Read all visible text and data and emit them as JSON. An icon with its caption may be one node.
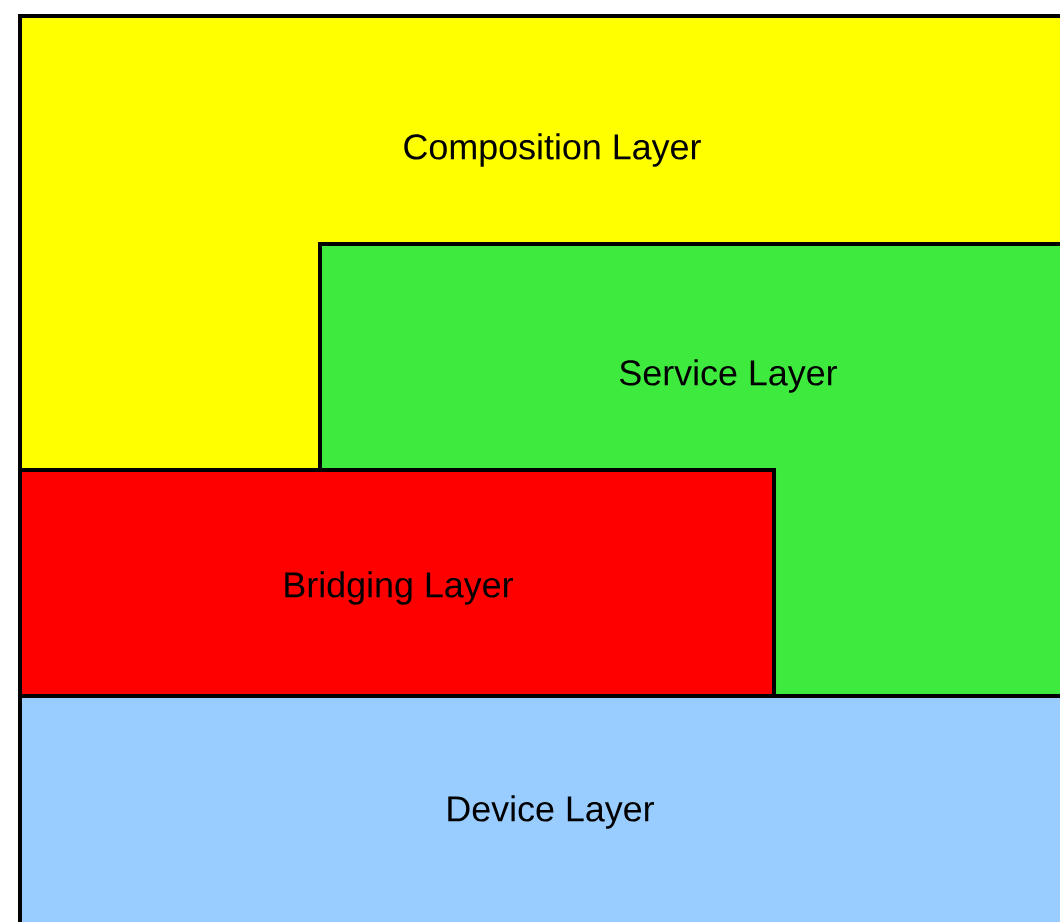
{
  "diagram": {
    "nodes": [
      {
        "text": [
          "Composition Layer"
        ]
      },
      {
        "text": [
          "Service Layer"
        ]
      },
      {
        "text": [
          "Bridging Layer"
        ]
      },
      {
        "text": [
          "Device Layer"
        ]
      }
    ]
  }
}
